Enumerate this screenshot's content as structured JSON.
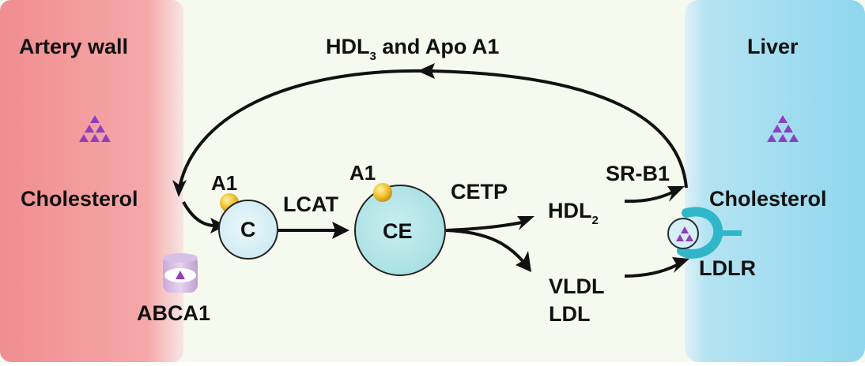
{
  "panels": {
    "artery": {
      "title": "Artery wall",
      "color": "#f2999b"
    },
    "liver": {
      "title": "Liver",
      "color": "#a6ddf0"
    },
    "middle_color": "#f5f9ec"
  },
  "labels": {
    "top_arc": {
      "prefix": "HDL",
      "subscript": "3",
      "suffix": " and Apo A1"
    },
    "cholesterol_left": "Cholesterol",
    "cholesterol_right": "Cholesterol",
    "abca1": "ABCA1",
    "a1_left": "A1",
    "a1_mid": "A1",
    "c_particle": "C",
    "lcat": "LCAT",
    "ce_particle": "CE",
    "cetp": "CETP",
    "hdl2": {
      "prefix": "HDL",
      "subscript": "2"
    },
    "vldl": "VLDL",
    "ldl": "LDL",
    "srb1": "SR-B1",
    "ldlr": "LDLR"
  },
  "colors": {
    "triangle": "#8e3fc0",
    "apo": "#e0a820",
    "particle_fill": "#d2eef5",
    "particle_stroke": "#222222",
    "receptor": "#2fb7c9",
    "arrow": "#111111"
  }
}
